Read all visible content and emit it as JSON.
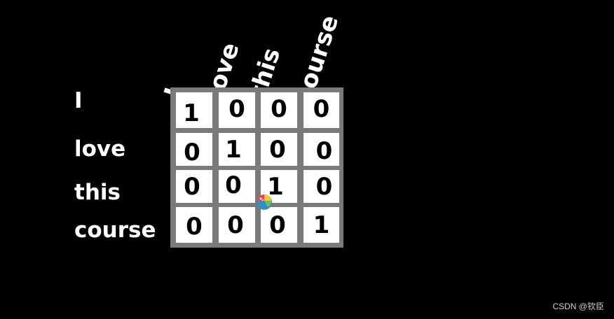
{
  "matrix": {
    "columns": [
      "I",
      "love",
      "this",
      "course"
    ],
    "rows": [
      "I",
      "love",
      "this",
      "course"
    ],
    "cells": [
      [
        "1",
        "0",
        "0",
        "0"
      ],
      [
        "0",
        "1",
        "0",
        "0"
      ],
      [
        "0",
        "0",
        "1",
        "0"
      ],
      [
        "0",
        "0",
        "0",
        "1"
      ]
    ]
  },
  "colors": {
    "background": "#000000",
    "grid": "#7a7a7a",
    "cell": "#ffffff",
    "text": "#ffffff"
  },
  "badge_icon": "colorful-ball-icon",
  "watermark": "CSDN @钦臣"
}
